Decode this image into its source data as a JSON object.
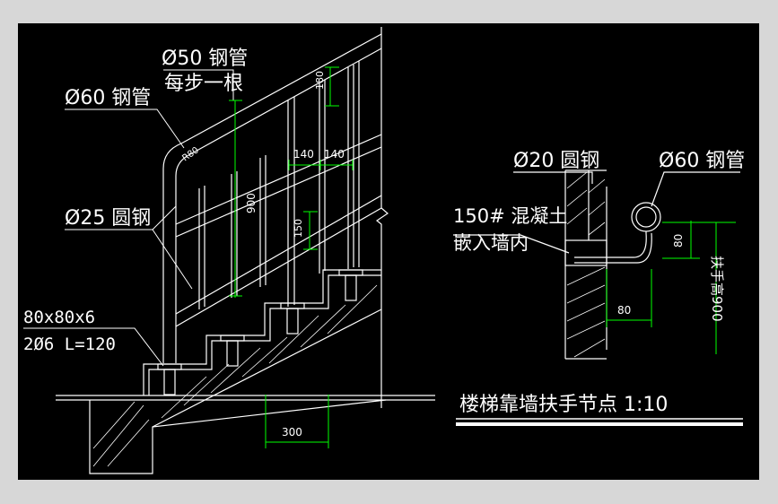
{
  "drawing": {
    "background": "#000000",
    "frame_color": "#d7d7d7",
    "line_color": "#ffffff",
    "dimension_color": "#00ff00"
  },
  "labels": {
    "pipe50": "Ø50 钢管",
    "per_step": "每步一根",
    "pipe60_left": "Ø60 钢管",
    "round_bar25": "Ø25 圆钢",
    "plate": "80x80x6",
    "anchor": "2Ø6 L=120",
    "round_bar20": "Ø20 圆钢",
    "pipe60_right": "Ø60 钢管",
    "concrete": "150# 混凝土",
    "embed": "嵌入墙内",
    "title": "楼梯靠墙扶手节点 1:10",
    "height_note": "扶手高900"
  },
  "dimensions": {
    "d180": "180",
    "d140a": "140",
    "d140b": "140",
    "d900": "900",
    "d150": "150",
    "d300": "300",
    "d80a": "80",
    "d80b": "80",
    "r80": "R80"
  }
}
